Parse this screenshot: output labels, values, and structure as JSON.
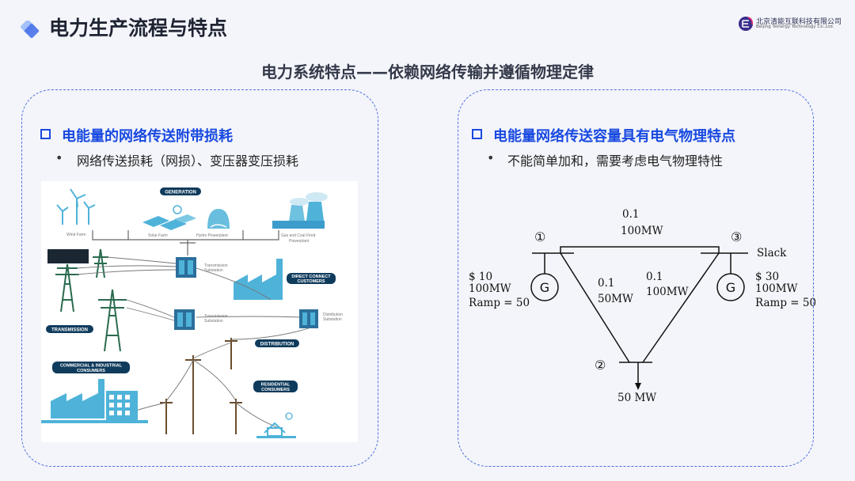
{
  "header": {
    "title": "电力生产流程与特点",
    "company_cn": "北京清能互联科技有限公司",
    "company_en": "Beijing Tsinergy Technology Co.,Ltd."
  },
  "subtitle": "电力系统特点——依赖网络传输并遵循物理定律",
  "left_panel": {
    "heading": "电能量的网络传送附带损耗",
    "bullet": "网络传送损耗（网损）、变压器变压损耗",
    "illustration": {
      "generation": "GENERATION",
      "wind_farm": "Wind Farm",
      "solar_farm": "Solar Farm",
      "hydro": "Hydro Powerplant",
      "gas_coal_1": "Gas and Coal Fired",
      "gas_coal_2": "Powerplant",
      "trans_sub_1": "Transmission",
      "trans_sub_2": "Substation",
      "direct_1": "DIRECT CONNECT",
      "direct_2": "CUSTOMERS",
      "transmission": "TRANSMISSION",
      "trans_sub2_1": "Transmission",
      "trans_sub2_2": "Substation",
      "dist_sub_1": "Distribution",
      "dist_sub_2": "Substation",
      "distribution": "DISTRIBUTION",
      "commercial_1": "COMMERCIAL & INDUSTRIAL",
      "commercial_2": "CONSUMERS",
      "residential_1": "RESIDENTIAL",
      "residential_2": "CONSUMERS"
    }
  },
  "right_panel": {
    "heading": "电能量网络传送容量具有电气物理特点",
    "bullet": "不能简单加和，需要考虑电气物理特性",
    "diagram": {
      "top_line_r": "0.1",
      "top_line_cap": "100MW",
      "left_line_r": "0.1",
      "left_line_cap": "50MW",
      "right_line_r": "0.1",
      "right_line_cap": "100MW",
      "node1": "①",
      "node2": "②",
      "node3": "③",
      "slack": "Slack",
      "gen_symbol": "G",
      "gen1_cost": "$ 10",
      "gen1_cap": "100MW",
      "gen1_ramp": "Ramp = 50",
      "gen3_cost": "$ 30",
      "gen3_cap": "100MW",
      "gen3_ramp": "Ramp = 50",
      "load": "50 MW"
    }
  },
  "colors": {
    "accent": "#1849e0",
    "panel_border": "#4e6fe0",
    "illus_blue": "#4fb3d9",
    "illus_green": "#2a6b4e",
    "background": "#f4f5fa"
  }
}
